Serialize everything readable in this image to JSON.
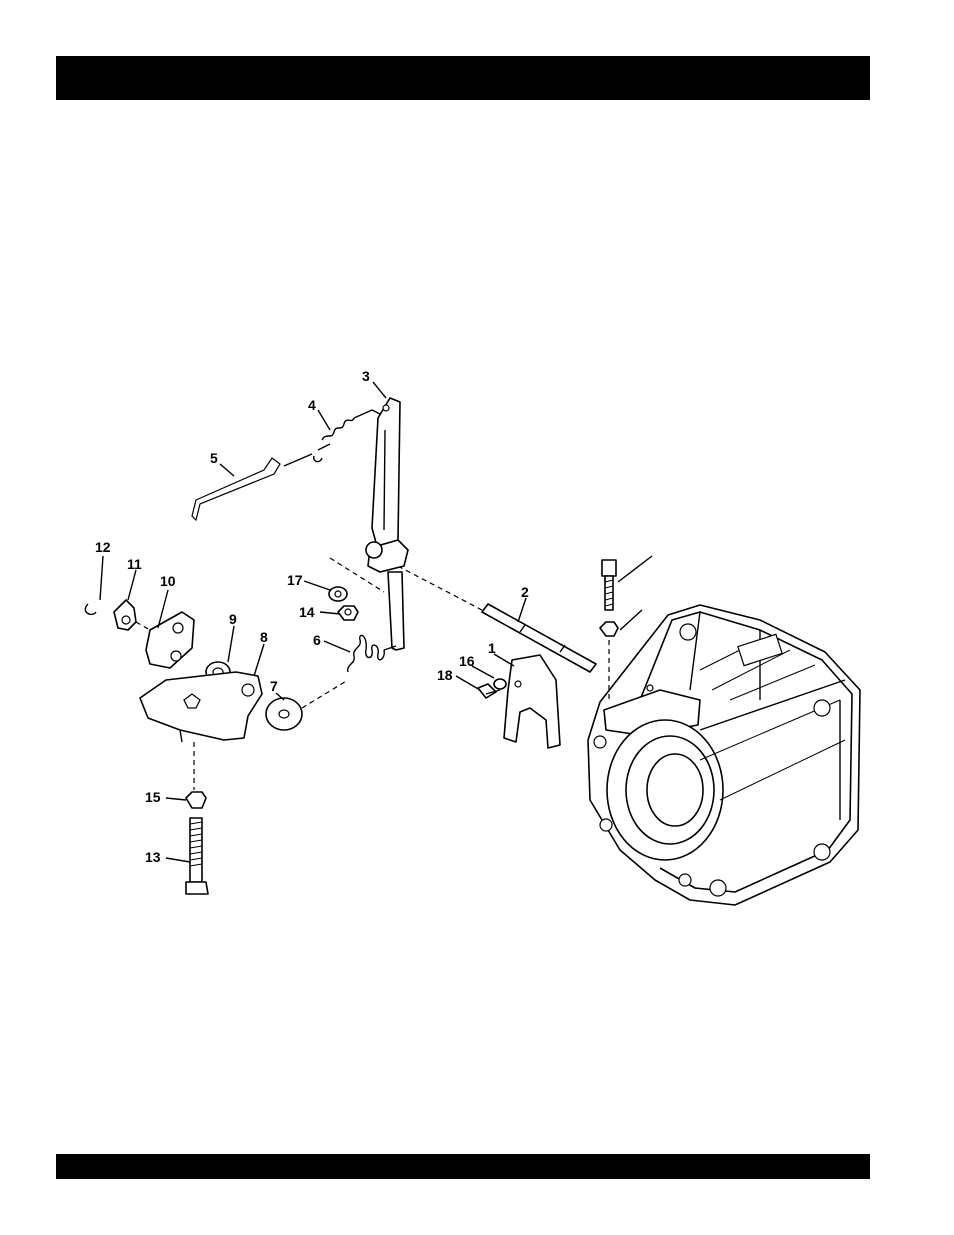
{
  "header": {
    "title": ""
  },
  "footer": {
    "text": ""
  },
  "callouts": [
    "1",
    "2",
    "3",
    "4",
    "5",
    "6",
    "7",
    "8",
    "9",
    "10",
    "11",
    "12",
    "13",
    "14",
    "15",
    "16",
    "17",
    "18"
  ]
}
